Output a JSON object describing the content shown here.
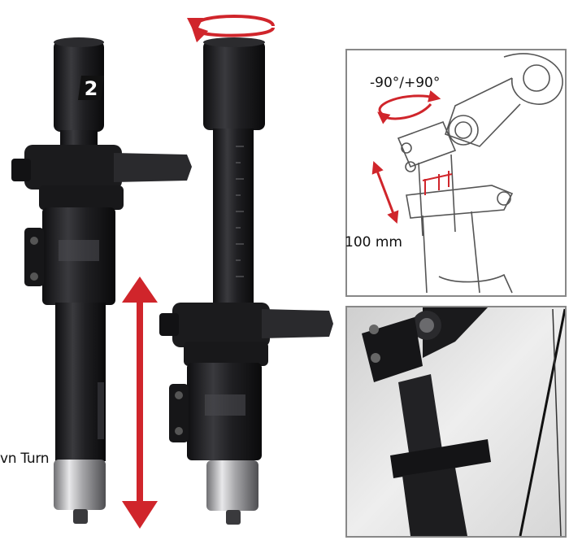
{
  "labels": {
    "rotation_range": "-90°/+90°",
    "height_travel": "100 mm",
    "turn_caption": "vn Turn"
  },
  "badge": {
    "text": "2"
  },
  "icons": {
    "rotation_arrow": "rotate-arrow-icon",
    "height_arrow": "double-arrow-vertical-icon"
  },
  "colors": {
    "arrow_red": "#d0252b",
    "metal_dark": "#1d1d1f",
    "metal_mid": "#333336",
    "silver": "#b9b9bb",
    "inset_border": "#888888"
  }
}
